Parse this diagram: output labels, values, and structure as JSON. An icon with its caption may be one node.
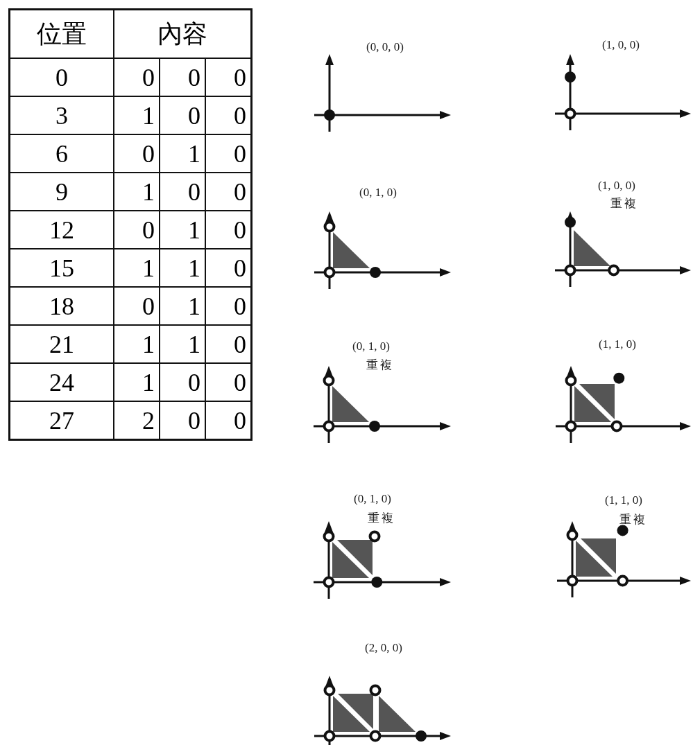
{
  "diagram": {
    "labels": [
      "位置",
      "內容",
      "0",
      "0",
      "0",
      "0",
      "3",
      "1",
      "0",
      "0",
      "6",
      "0",
      "1",
      "0",
      "9",
      "1",
      "0",
      "0",
      "12",
      "0",
      "1",
      "0",
      "15",
      "1",
      "1",
      "0",
      "18",
      "0",
      "1",
      "0",
      "21",
      "1",
      "1",
      "0",
      "24",
      "1",
      "0",
      "0",
      "27",
      "2",
      "0",
      "0",
      "(0, 0, 0)",
      "(1, 0, 0)",
      "(0, 1, 0)",
      "(1, 0, 0)",
      "重複",
      "(0, 1, 0)",
      "重複",
      "(1, 1, 0)",
      "(0, 1, 0)",
      "重複",
      "(1, 1, 0)",
      "重複",
      "(2, 0, 0)"
    ]
  }
}
